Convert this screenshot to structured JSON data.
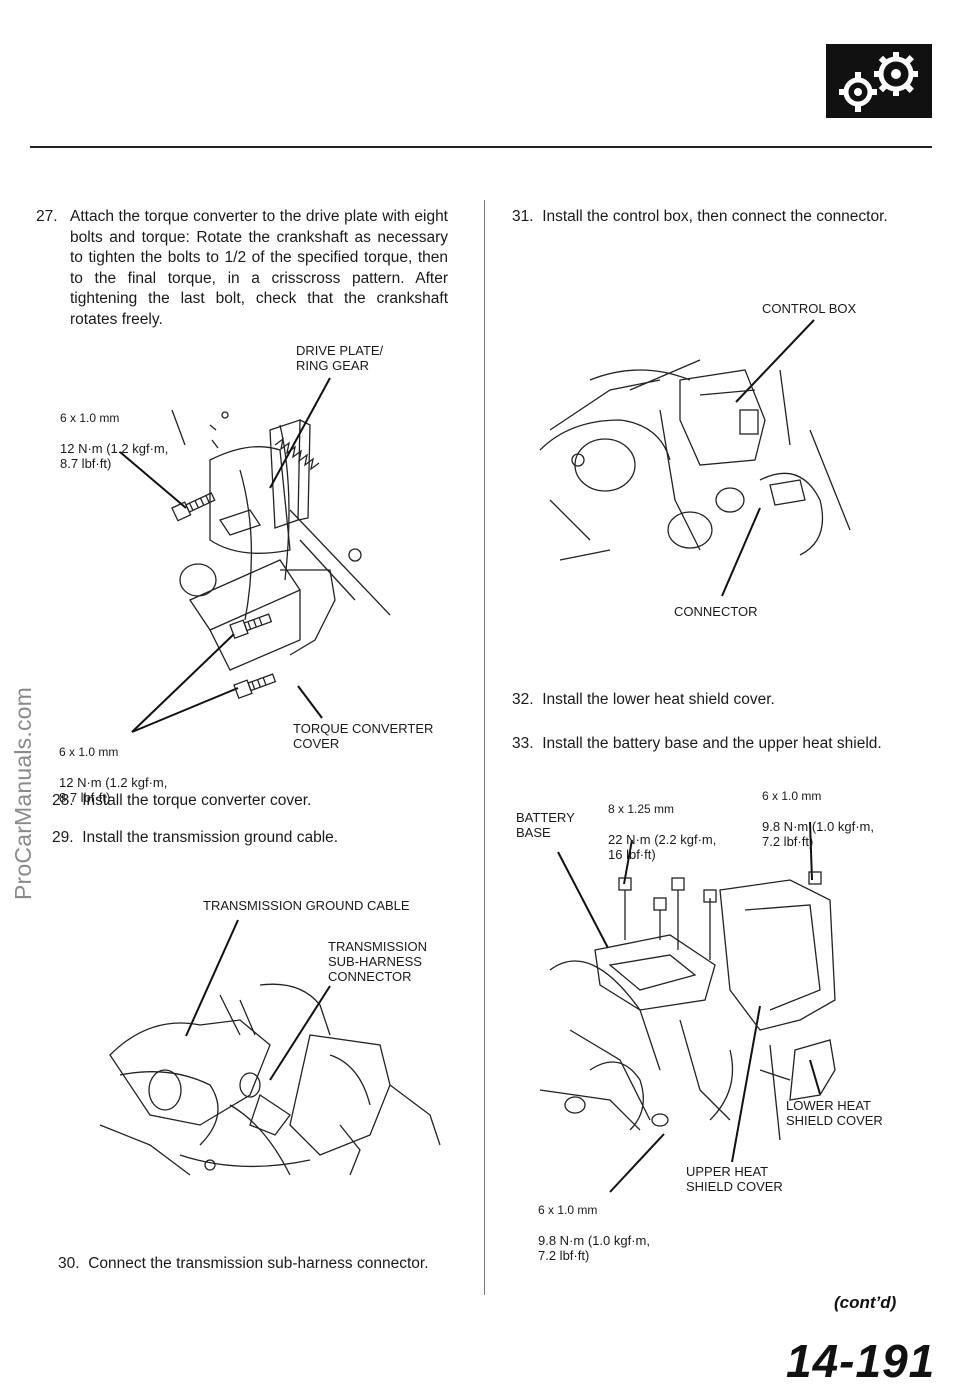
{
  "header": {
    "icon": "gears-icon"
  },
  "watermark": "ProCarManuals.com",
  "steps": {
    "s27": {
      "number": "27.",
      "text": "Attach the torque converter to the drive plate with eight bolts and torque: Rotate the crankshaft as necessary to tighten the bolts to 1/2 of the specified torque, then to the final torque, in a crisscross pattern. After tightening the last bolt, check that the crankshaft rotates freely."
    },
    "s28": {
      "number": "28.",
      "text": "Install the torque converter cover."
    },
    "s29": {
      "number": "29.",
      "text": "Install the transmission ground cable."
    },
    "s30": {
      "number": "30.",
      "text": "Connect the transmission sub-harness connector."
    },
    "s31": {
      "number": "31.",
      "text": "Install the control box, then connect the connector."
    },
    "s32": {
      "number": "32.",
      "text": "Install the lower heat shield cover."
    },
    "s33": {
      "number": "33.",
      "text": "Install the battery base and the upper heat shield."
    }
  },
  "figure1": {
    "drive_plate": "DRIVE PLATE/\nRING GEAR",
    "bolt_top": {
      "size": "6 x 1.0 mm",
      "torque": "12 N·m (1.2 kgf·m,\n8.7 lbf·ft)"
    },
    "bolt_bottom": {
      "size": "6 x 1.0 mm",
      "torque": "12 N·m (1.2 kgf·m,\n8.7 lbf·ft)"
    },
    "cover": "TORQUE CONVERTER\nCOVER"
  },
  "figure2": {
    "ground_cable": "TRANSMISSION GROUND CABLE",
    "subharness": "TRANSMISSION\nSUB-HARNESS\nCONNECTOR"
  },
  "figure3": {
    "control_box": "CONTROL BOX",
    "connector": "CONNECTOR"
  },
  "figure4": {
    "battery_base": "BATTERY\nBASE",
    "bolt_a": {
      "size": "8 x 1.25 mm",
      "torque": "22 N·m (2.2 kgf·m,\n16 lbf·ft)"
    },
    "bolt_b": {
      "size": "6 x 1.0 mm",
      "torque": "9.8 N·m (1.0 kgf·m,\n7.2 lbf·ft)"
    },
    "lower_cover": "LOWER HEAT\nSHIELD COVER",
    "upper_cover": "UPPER HEAT\nSHIELD COVER",
    "bolt_c": {
      "size": "6 x 1.0 mm",
      "torque": "9.8 N·m (1.0 kgf·m,\n7.2 lbf·ft)"
    }
  },
  "footer": {
    "contd": "(cont’d)",
    "page": "14-191"
  }
}
